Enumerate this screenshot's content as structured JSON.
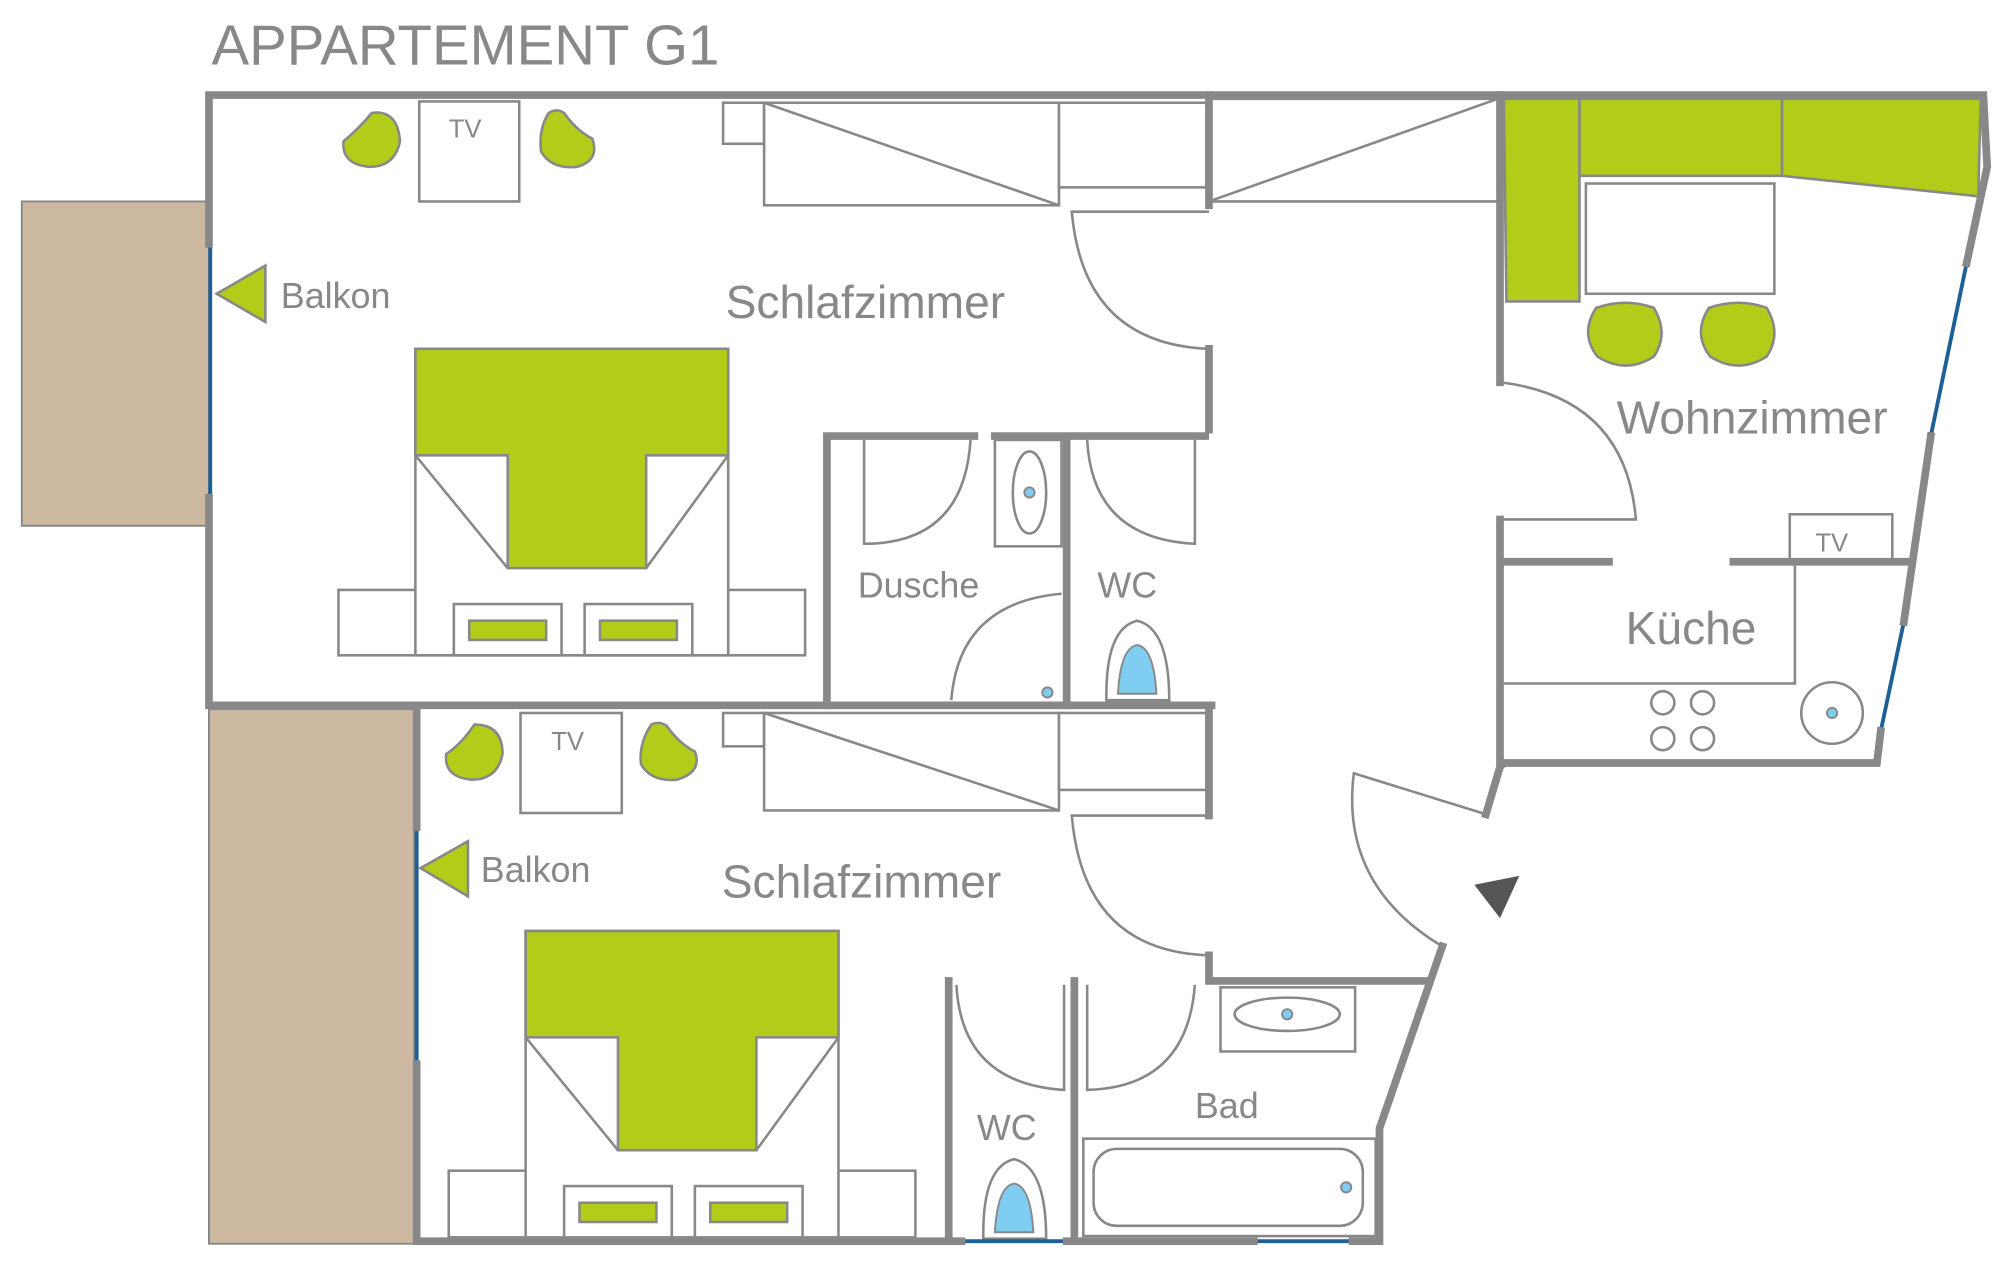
{
  "title": "APPARTEMENT G1",
  "rooms": {
    "bedroom_top": "Schlafzimmer",
    "bedroom_bottom": "Schlafzimmer",
    "living": "Wohnzimmer",
    "kitchen": "Küche",
    "shower": "Dusche",
    "wc_top": "WC",
    "wc_bottom": "WC",
    "bath": "Bad"
  },
  "labels": {
    "balcony_top": "Balkon",
    "balcony_bottom": "Balkon",
    "tv_top": "TV",
    "tv_bottom": "TV",
    "tv_living": "TV"
  },
  "colors": {
    "furniture": "#b3cc1a",
    "balcony": "#cdb9a2",
    "wall": "#888888",
    "window": "#1e5f96",
    "water": "#7fcdf0"
  }
}
